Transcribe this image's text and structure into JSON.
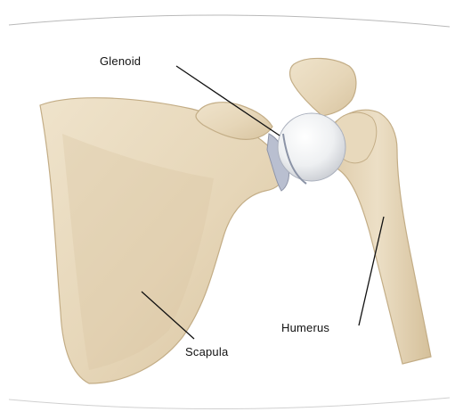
{
  "labels": {
    "glenoid": "Glenoid",
    "humerus": "Humerus",
    "scapula": "Scapula"
  },
  "colors": {
    "background": "#ffffff",
    "bone": "#e9dcc2",
    "bone_shadow": "#cdb892",
    "cartilage": "#f2f4f6",
    "leader_line": "#111111"
  }
}
